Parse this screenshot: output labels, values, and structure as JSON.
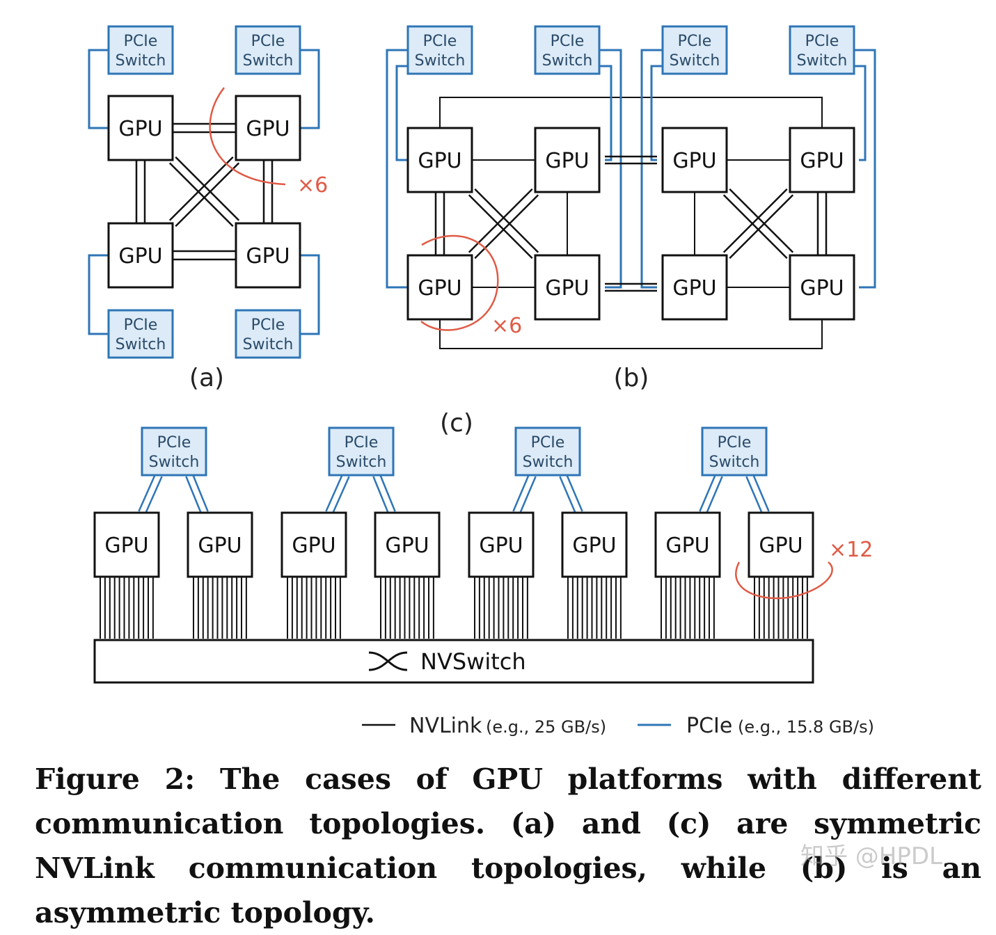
{
  "labels": {
    "gpu": "GPU",
    "pcie_line1": "PCIe",
    "pcie_line2": "Switch",
    "nvswitch": "NVSwitch"
  },
  "panels": {
    "a": "(a)",
    "b": "(b)",
    "c": "(c)"
  },
  "multipliers": {
    "a": "×6",
    "b": "×6",
    "c": "×12"
  },
  "legend": {
    "nvlink_name": "NVLink",
    "nvlink_detail": "(e.g., 25 GB/s)",
    "pcie_name": "PCIe",
    "pcie_detail": "(e.g., 15.8 GB/s)"
  },
  "caption": "Figure 2: The cases of GPU platforms with different communication topologies. (a) and (c) are symmetric NVLink communication topologies, while (b) is an asymmetric topology.",
  "watermark": "知乎 @HPDL",
  "colors": {
    "nvlink": "#111111",
    "pcie": "#2e75b6",
    "pcie_fill": "#dcebf7",
    "annotation": "#e05a45"
  }
}
